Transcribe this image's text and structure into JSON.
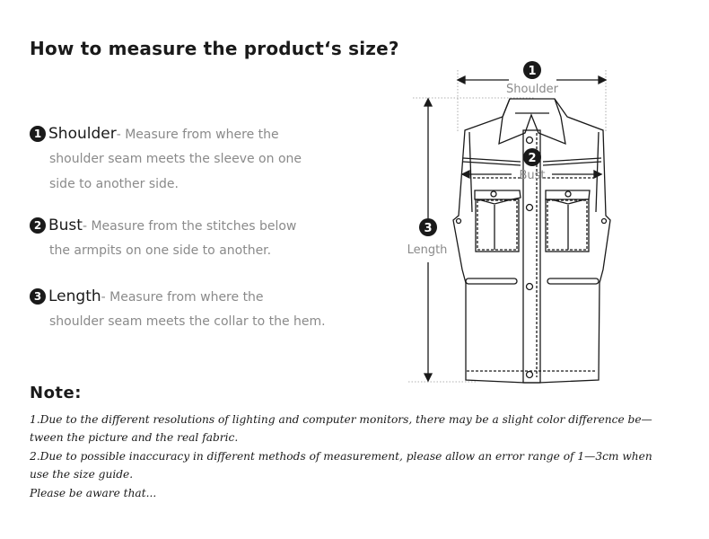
{
  "title": "How to measure the product‘s size?",
  "measurements": [
    {
      "number": "1",
      "name": "Shoulder",
      "lines": [
        "- Measure from where the",
        "shoulder seam meets the sleeve on one",
        "side to another side."
      ]
    },
    {
      "number": "2",
      "name": "Bust",
      "lines": [
        "- Measure from the stitches below",
        "the armpits on one side to another."
      ]
    },
    {
      "number": "3",
      "name": "Length",
      "lines": [
        "- Measure from where the",
        "shoulder seam meets the collar to the hem."
      ]
    }
  ],
  "diagram": {
    "shoulder_label": "Shoulder",
    "bust_label": "Bust",
    "length_label": "Length",
    "n1": "1",
    "n2": "2",
    "n3": "3"
  },
  "note": {
    "title": "Note:",
    "lines": [
      "1.Due to the different resolutions of lighting and computer monitors, there may be a slight color difference be—",
      "tween the picture and the real fabric.",
      "2.Due to possible inaccuracy in different methods of measurement, please allow an error range of 1—3cm when",
      "use the size guide.",
      "Please be aware that..."
    ]
  }
}
